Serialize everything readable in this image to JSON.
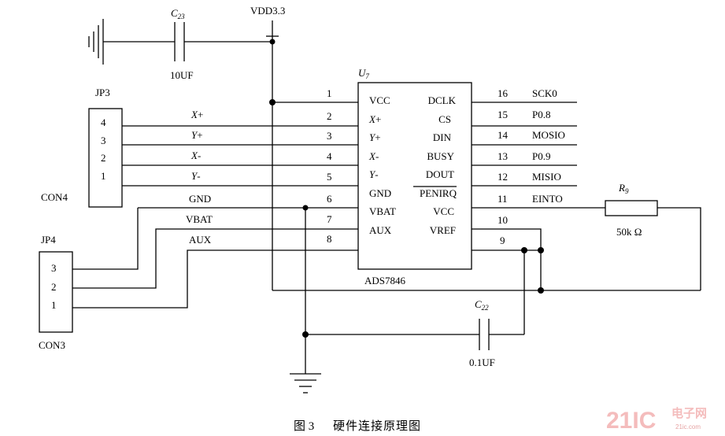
{
  "supply": {
    "label": "VDD3.3"
  },
  "c23": {
    "ref": "C",
    "ref_sub": "23",
    "value": "10UF"
  },
  "c22": {
    "ref": "C",
    "ref_sub": "22",
    "value": "0.1UF"
  },
  "r9": {
    "ref": "R",
    "ref_sub": "9",
    "value": "50k Ω"
  },
  "chip": {
    "ref": "U",
    "ref_sub": "7",
    "part": "ADS7846",
    "left_pins": [
      {
        "num": "1",
        "name": "VCC",
        "name_sign": ""
      },
      {
        "num": "2",
        "name": "X",
        "name_sign": "+"
      },
      {
        "num": "3",
        "name": "Y",
        "name_sign": "+"
      },
      {
        "num": "4",
        "name": "X",
        "name_sign": "-"
      },
      {
        "num": "5",
        "name": "Y",
        "name_sign": "-"
      },
      {
        "num": "6",
        "name": "GND",
        "name_sign": ""
      },
      {
        "num": "7",
        "name": "VBAT",
        "name_sign": ""
      },
      {
        "num": "8",
        "name": "AUX",
        "name_sign": ""
      }
    ],
    "right_pins": [
      {
        "num": "16",
        "name": "DCLK",
        "net": "SCK0"
      },
      {
        "num": "15",
        "name": "CS",
        "net": "P0.8"
      },
      {
        "num": "14",
        "name": "DIN",
        "net": "MOSIO"
      },
      {
        "num": "13",
        "name": "BUSY",
        "net": "P0.9"
      },
      {
        "num": "12",
        "name": "DOUT",
        "net": "MISIO"
      },
      {
        "num": "11",
        "name": "PENIRQ",
        "net": "EINTO"
      },
      {
        "num": "10",
        "name": "VCC",
        "net": ""
      },
      {
        "num": "9",
        "name": "VREF",
        "net": ""
      }
    ]
  },
  "jp3": {
    "ref": "JP3",
    "type": "CON4",
    "pins": [
      "4",
      "3",
      "2",
      "1"
    ],
    "nets": [
      {
        "base": "X",
        "sign": "+"
      },
      {
        "base": "Y",
        "sign": "+"
      },
      {
        "base": "X",
        "sign": "-"
      },
      {
        "base": "Y",
        "sign": "-"
      }
    ]
  },
  "jp4": {
    "ref": "JP4",
    "type": "CON3",
    "pins": [
      "3",
      "2",
      "1"
    ],
    "nets": [
      "GND",
      "VBAT",
      "AUX"
    ]
  },
  "caption": {
    "figure": "图 3",
    "title": "硬件连接原理图"
  },
  "watermark": {
    "logo": "21IC",
    "site": "电子网",
    "url": "21ic.com"
  }
}
